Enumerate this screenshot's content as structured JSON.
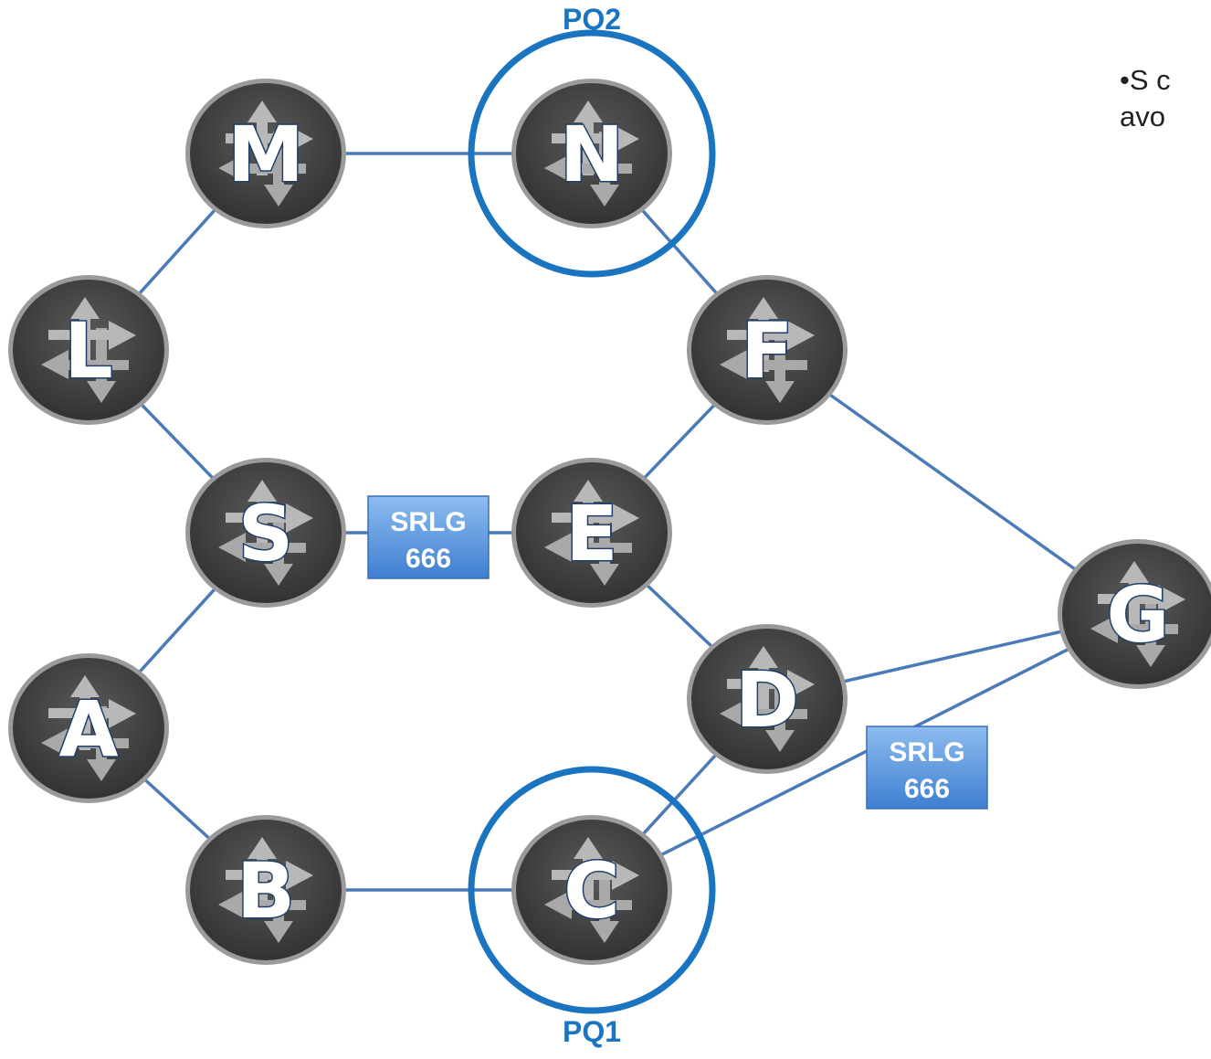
{
  "colors": {
    "link": "#4a7ab8",
    "pq_ring": "#1b74c0",
    "router_body": "#4a4a4a",
    "router_rim": "#9a9a9a",
    "arrow": "#b8b8b8",
    "srlg_box": "#5a96dc",
    "label_text": "#1b74c0"
  },
  "icons": {
    "router": "router-icon"
  },
  "nodes": {
    "M": {
      "label": "M"
    },
    "N": {
      "label": "N"
    },
    "L": {
      "label": "L"
    },
    "F": {
      "label": "F"
    },
    "S": {
      "label": "S"
    },
    "E": {
      "label": "E"
    },
    "A": {
      "label": "A"
    },
    "D": {
      "label": "D"
    },
    "G": {
      "label": "G"
    },
    "B": {
      "label": "B"
    },
    "C": {
      "label": "C"
    }
  },
  "links": [
    [
      "L",
      "M"
    ],
    [
      "M",
      "N"
    ],
    [
      "N",
      "F"
    ],
    [
      "L",
      "S"
    ],
    [
      "S",
      "E"
    ],
    [
      "E",
      "F"
    ],
    [
      "F",
      "G"
    ],
    [
      "S",
      "A"
    ],
    [
      "E",
      "D"
    ],
    [
      "D",
      "G"
    ],
    [
      "A",
      "B"
    ],
    [
      "B",
      "C"
    ],
    [
      "C",
      "D"
    ],
    [
      "C",
      "G"
    ]
  ],
  "pq": [
    {
      "node": "N",
      "label": "PQ2"
    },
    {
      "node": "C",
      "label": "PQ1"
    }
  ],
  "srlg": [
    {
      "on_link": [
        "S",
        "E"
      ],
      "line1": "SRLG",
      "line2": "666"
    },
    {
      "on_link": [
        "C",
        "G"
      ],
      "line1": "SRLG",
      "line2": "666"
    }
  ],
  "side_note": {
    "line1": "•S c",
    "line2": "avo"
  }
}
